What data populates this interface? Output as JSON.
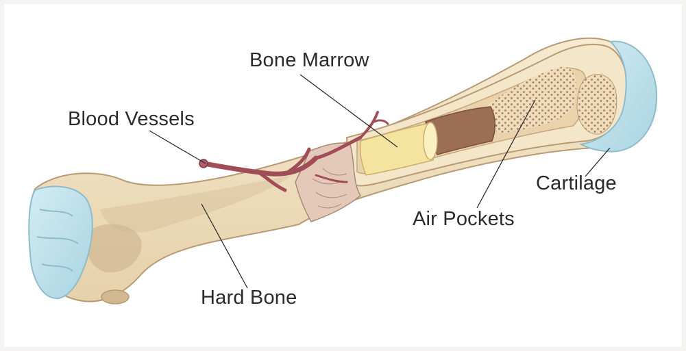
{
  "labels": {
    "bone_marrow": "Bone Marrow",
    "blood_vessels": "Blood Vessels",
    "air_pockets": "Air Pockets",
    "cartilage": "Cartilage",
    "hard_bone": "Hard Bone"
  },
  "colors": {
    "bone": "#f0dfbf",
    "bone_shadow": "#d8c29c",
    "cartilage": "#bfe0ea",
    "marrow": "#a77458",
    "vessel": "#a14d58",
    "cancellous": "#c9a47a",
    "leader_line": "#2b2b2b"
  }
}
